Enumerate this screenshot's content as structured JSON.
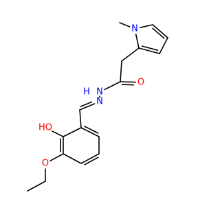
{
  "molecule": {
    "atoms": [
      {
        "id": "ch3_pyrrole",
        "label": ""
      },
      {
        "id": "n_pyrrole",
        "label": "N",
        "color": "#0000ff"
      },
      {
        "id": "c2",
        "label": ""
      },
      {
        "id": "c3",
        "label": ""
      },
      {
        "id": "c4",
        "label": ""
      },
      {
        "id": "c5",
        "label": ""
      },
      {
        "id": "ch2",
        "label": ""
      },
      {
        "id": "c_carbonyl",
        "label": ""
      },
      {
        "id": "o_carbonyl",
        "label": "O",
        "color": "#ff0000"
      },
      {
        "id": "n_amide",
        "label": "N",
        "color": "#0000ff"
      },
      {
        "id": "h_amide",
        "label": "H",
        "color": "#0000ff"
      },
      {
        "id": "n_imine",
        "label": "N",
        "color": "#0000ff"
      },
      {
        "id": "c_imine",
        "label": ""
      },
      {
        "id": "ar1",
        "label": ""
      },
      {
        "id": "ar2",
        "label": ""
      },
      {
        "id": "ar3",
        "label": ""
      },
      {
        "id": "ar4",
        "label": ""
      },
      {
        "id": "ar5",
        "label": ""
      },
      {
        "id": "ar6",
        "label": ""
      },
      {
        "id": "o_hydroxyl",
        "label": "HO",
        "color": "#ff0000"
      },
      {
        "id": "o_ethoxy",
        "label": "O",
        "color": "#ff0000"
      },
      {
        "id": "et_ch2",
        "label": ""
      },
      {
        "id": "et_ch3",
        "label": ""
      }
    ],
    "bond_color": "#000000"
  }
}
